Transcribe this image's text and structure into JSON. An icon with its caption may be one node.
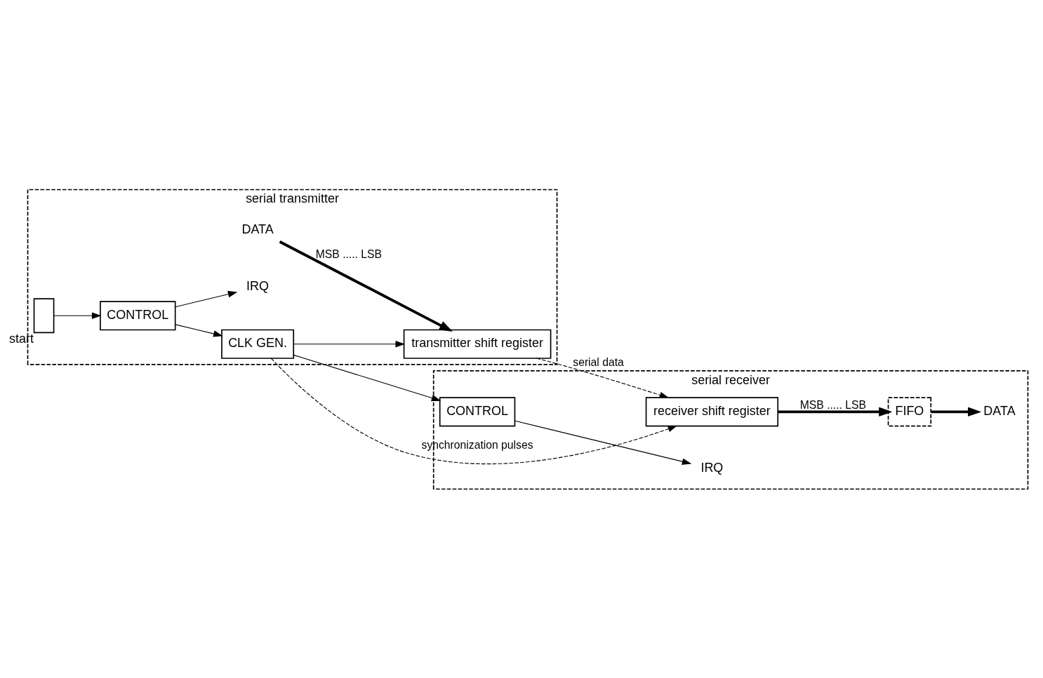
{
  "diagram": {
    "nodes": [
      {
        "text": [
          "serial transmitter"
        ]
      },
      {
        "text": [
          "DATA"
        ],
        "in": 0
      },
      {
        "text": [
          "transmitter shift register"
        ],
        "in": 0
      },
      {
        "text": [
          "CLK GEN."
        ],
        "in": 0
      },
      {
        "text": [
          "CONTROL"
        ],
        "in": 0
      },
      {
        "text": [],
        "shape": "box",
        "in": 0,
        "beside": [
          "start"
        ]
      },
      {
        "text": [
          "IRQ"
        ],
        "in": 0
      },
      {
        "text": [
          "serial receiver"
        ]
      },
      {
        "text": [
          "DATA"
        ],
        "in": 7
      },
      {
        "text": [
          "FIFO"
        ],
        "in": 7
      },
      {
        "text": [
          "receiver shift register"
        ],
        "in": 7
      },
      {
        "text": [
          "CONTROL"
        ],
        "in": 7
      },
      {
        "text": [
          "IRQ"
        ],
        "in": 7
      }
    ],
    "edges": [
      {
        "from": 1,
        "to": 2,
        "arrow": "to",
        "label": "MSB ..... LSB",
        "style": "thick"
      },
      {
        "from": 2,
        "to": 10,
        "arrow": "to",
        "label": "serial data",
        "style": "dashed"
      },
      {
        "from": 3,
        "to": 2,
        "arrow": "to"
      },
      {
        "from": 3,
        "to": 10,
        "arrow": "to",
        "label": "synchronization pulses",
        "style": "dashed"
      },
      {
        "from": 3,
        "to": 11,
        "arrow": "to"
      },
      {
        "from": 4,
        "to": 3,
        "arrow": "to"
      },
      {
        "from": 5,
        "to": 4,
        "arrow": "to"
      },
      {
        "from": 4,
        "to": 6,
        "arrow": "to"
      },
      {
        "from": 10,
        "to": 9,
        "arrow": "to",
        "label": "MSB ..... LSB",
        "style": "thick"
      },
      {
        "from": 9,
        "to": 8,
        "arrow": "to",
        "style": "thick"
      },
      {
        "from": 11,
        "to": 12,
        "arrow": "to"
      }
    ]
  }
}
